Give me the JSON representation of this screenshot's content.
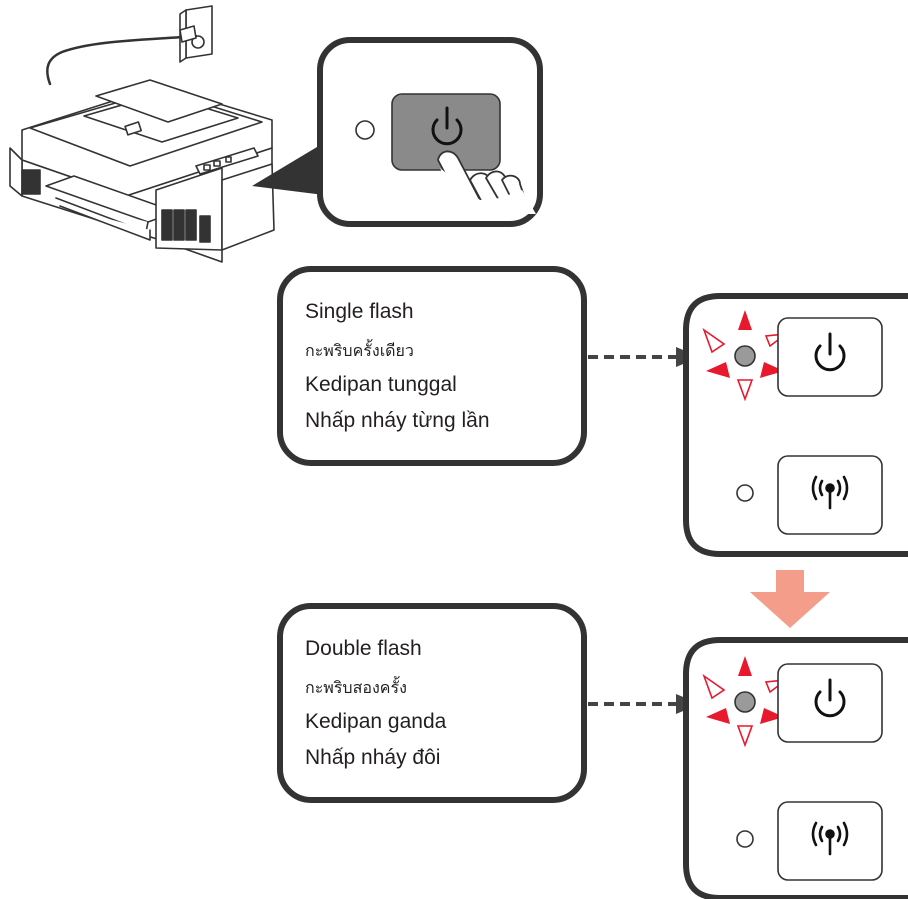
{
  "colors": {
    "outline": "#333333",
    "button_fill": "#8a8a8a",
    "lamp_fill": "#9a9a9a",
    "flash_red": "#e8182d",
    "down_arrow": "#f39d8a"
  },
  "power_button": {
    "icon": "power-icon",
    "pressed": true
  },
  "steps": [
    {
      "captions": [
        "Single flash",
        "กะพริบครั้งเดียว",
        "Kedipan tunggal",
        "Nhấp nháy từng lần"
      ],
      "flash_count": 1,
      "panel_buttons": [
        {
          "icon": "power-icon",
          "lamp": "flashing"
        },
        {
          "icon": "wireless-icon",
          "lamp": "off"
        }
      ]
    },
    {
      "captions": [
        "Double flash",
        "กะพริบสองครั้ง",
        "Kedipan ganda",
        "Nhấp nháy đôi"
      ],
      "flash_count": 2,
      "panel_buttons": [
        {
          "icon": "power-icon",
          "lamp": "flashing"
        },
        {
          "icon": "wireless-icon",
          "lamp": "off"
        }
      ]
    }
  ],
  "transition_arrow": {
    "direction": "down",
    "icon": "down-arrow-icon"
  }
}
